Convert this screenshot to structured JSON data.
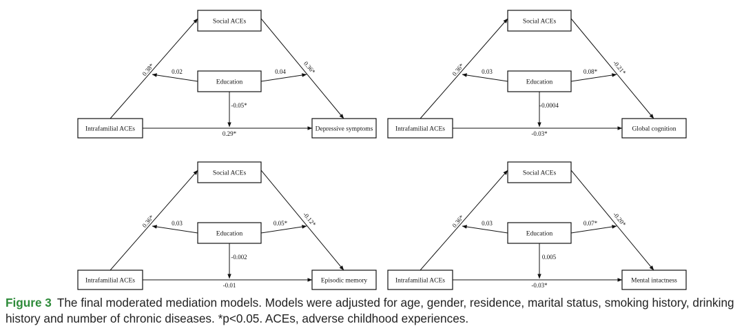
{
  "panels": [
    {
      "nodes": {
        "top": "Social ACEs",
        "mid": "Education",
        "left": "Intrafamilial ACEs",
        "right": "Depressive symptoms"
      },
      "coefs": {
        "left_to_top": "0.38*",
        "mid_to_left_edge": "0.02",
        "mid_to_right_edge": "0.04",
        "top_to_right": "0.36*",
        "mid_to_bottom": "-0.05*",
        "left_to_right": "0.29*"
      }
    },
    {
      "nodes": {
        "top": "Social ACEs",
        "mid": "Education",
        "left": "Intrafamilial ACEs",
        "right": "Global cognition"
      },
      "coefs": {
        "left_to_top": "0.36*",
        "mid_to_left_edge": "0.03",
        "mid_to_right_edge": "0.08*",
        "top_to_right": "-0.21*",
        "mid_to_bottom": "-0.0004",
        "left_to_right": "-0.03*"
      }
    },
    {
      "nodes": {
        "top": "Social ACEs",
        "mid": "Education",
        "left": "Intrafamilial ACEs",
        "right": "Episodic memory"
      },
      "coefs": {
        "left_to_top": "0.36*",
        "mid_to_left_edge": "0.03",
        "mid_to_right_edge": "0.05*",
        "top_to_right": "-0.12*",
        "mid_to_bottom": "-0.002",
        "left_to_right": "-0.01"
      }
    },
    {
      "nodes": {
        "top": "Social ACEs",
        "mid": "Education",
        "left": "Intrafamilial ACEs",
        "right": "Mental intactness"
      },
      "coefs": {
        "left_to_top": "0.36*",
        "mid_to_left_edge": "0.03",
        "mid_to_right_edge": "0.07*",
        "top_to_right": "-0.20*",
        "mid_to_bottom": "0.005",
        "left_to_right": "-0.03*"
      }
    }
  ],
  "caption": {
    "label": "Figure 3",
    "text": "The final moderated mediation models. Models were adjusted for age, gender, residence, marital status, smoking history, drinking history and number of chronic diseases. *p<0.05. ACEs, adverse childhood experiences."
  },
  "colors": {
    "caption_label": "#2e8b3a",
    "line": "#111111"
  }
}
